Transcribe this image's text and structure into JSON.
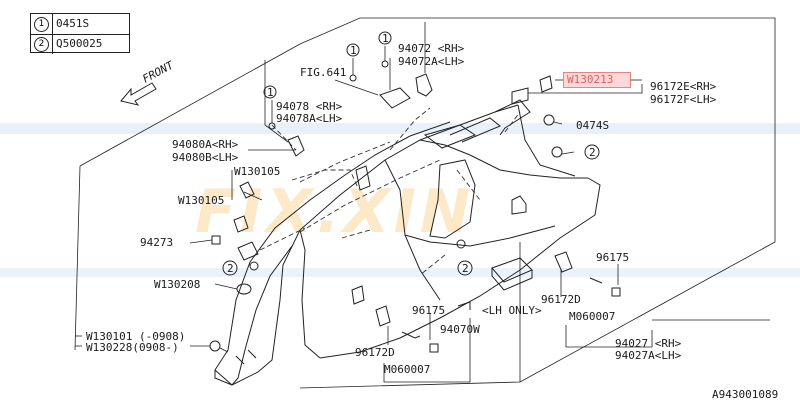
{
  "legend": [
    {
      "num": "1",
      "code": "0451S"
    },
    {
      "num": "2",
      "code": "Q500025"
    }
  ],
  "labels": {
    "front": "FRONT",
    "fig": "FIG.641",
    "p94072_rh": "94072 <RH>",
    "p94072_lh": "94072A<LH>",
    "w130213": "W130213",
    "p96172_rh": "96172E<RH>",
    "p96172_lh": "96172F<LH>",
    "p0474s": "0474S",
    "p94078_rh": "94078 <RH>",
    "p94078_lh": "94078A<LH>",
    "p94080_rh": "94080A<RH>",
    "p94080_lh": "94080B<LH>",
    "w130105_a": "W130105",
    "w130105_b": "W130105",
    "p94273": "94273",
    "w130208": "W130208",
    "w130101": "W130101 (-0908)",
    "w130228": "W130228(0908-)",
    "p96175_a": "96175",
    "p96175_b": "96175",
    "lh_only": "<LH ONLY>",
    "p94070w": "94070W",
    "p96172d_a": "96172D",
    "p96172d_b": "96172D",
    "m060007_a": "M060007",
    "m060007_b": "M060007",
    "p94027_rh": "94027 <RH>",
    "p94027_lh": "94027A<LH>",
    "drawing_no": "A943001089"
  },
  "callouts": {
    "c1_a": "1",
    "c1_b": "1",
    "c1_c": "1",
    "c2_a": "2",
    "c2_b": "2",
    "c2_c": "2"
  },
  "colors": {
    "line": "#222222",
    "highlight": "#d01818",
    "watermark": "#f2b13a"
  },
  "watermark_text": "FIX.XIN"
}
